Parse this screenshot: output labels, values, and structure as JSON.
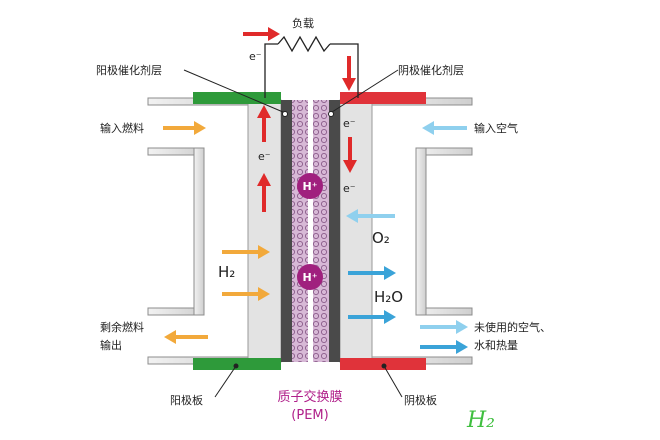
{
  "labels": {
    "load": "负载",
    "anode_catalyst": "阳极催化剂层",
    "cathode_catalyst": "阴极催化剂层",
    "input_fuel": "输入燃料",
    "input_air": "输入空气",
    "remaining_fuel_line1": "剩余燃料",
    "remaining_fuel_line2": "输出",
    "unused_air_line1": "未使用的空气、",
    "unused_air_line2": "水和热量",
    "anode_plate": "阳极板",
    "cathode_plate": "阴极板",
    "pem_line1": "质子交换膜",
    "pem_line2": "(PEM)",
    "electron": "e⁻",
    "proton": "H⁺",
    "h2": "H₂",
    "o2": "O₂",
    "h2o": "H₂O",
    "watermark": "H₂"
  },
  "colors": {
    "anode_plate": "#2e9a3a",
    "cathode_plate": "#e0333a",
    "fuel_arrow": "#f2a93b",
    "air_arrow": "#8fd0ee",
    "water_arrow": "#3aa3d8",
    "electron_arrow": "#e02a2a",
    "proton": "#a0207e",
    "membrane": "#c9a6c8",
    "catalyst": "#4a4a4a",
    "electrode": "#e3e3e3"
  }
}
